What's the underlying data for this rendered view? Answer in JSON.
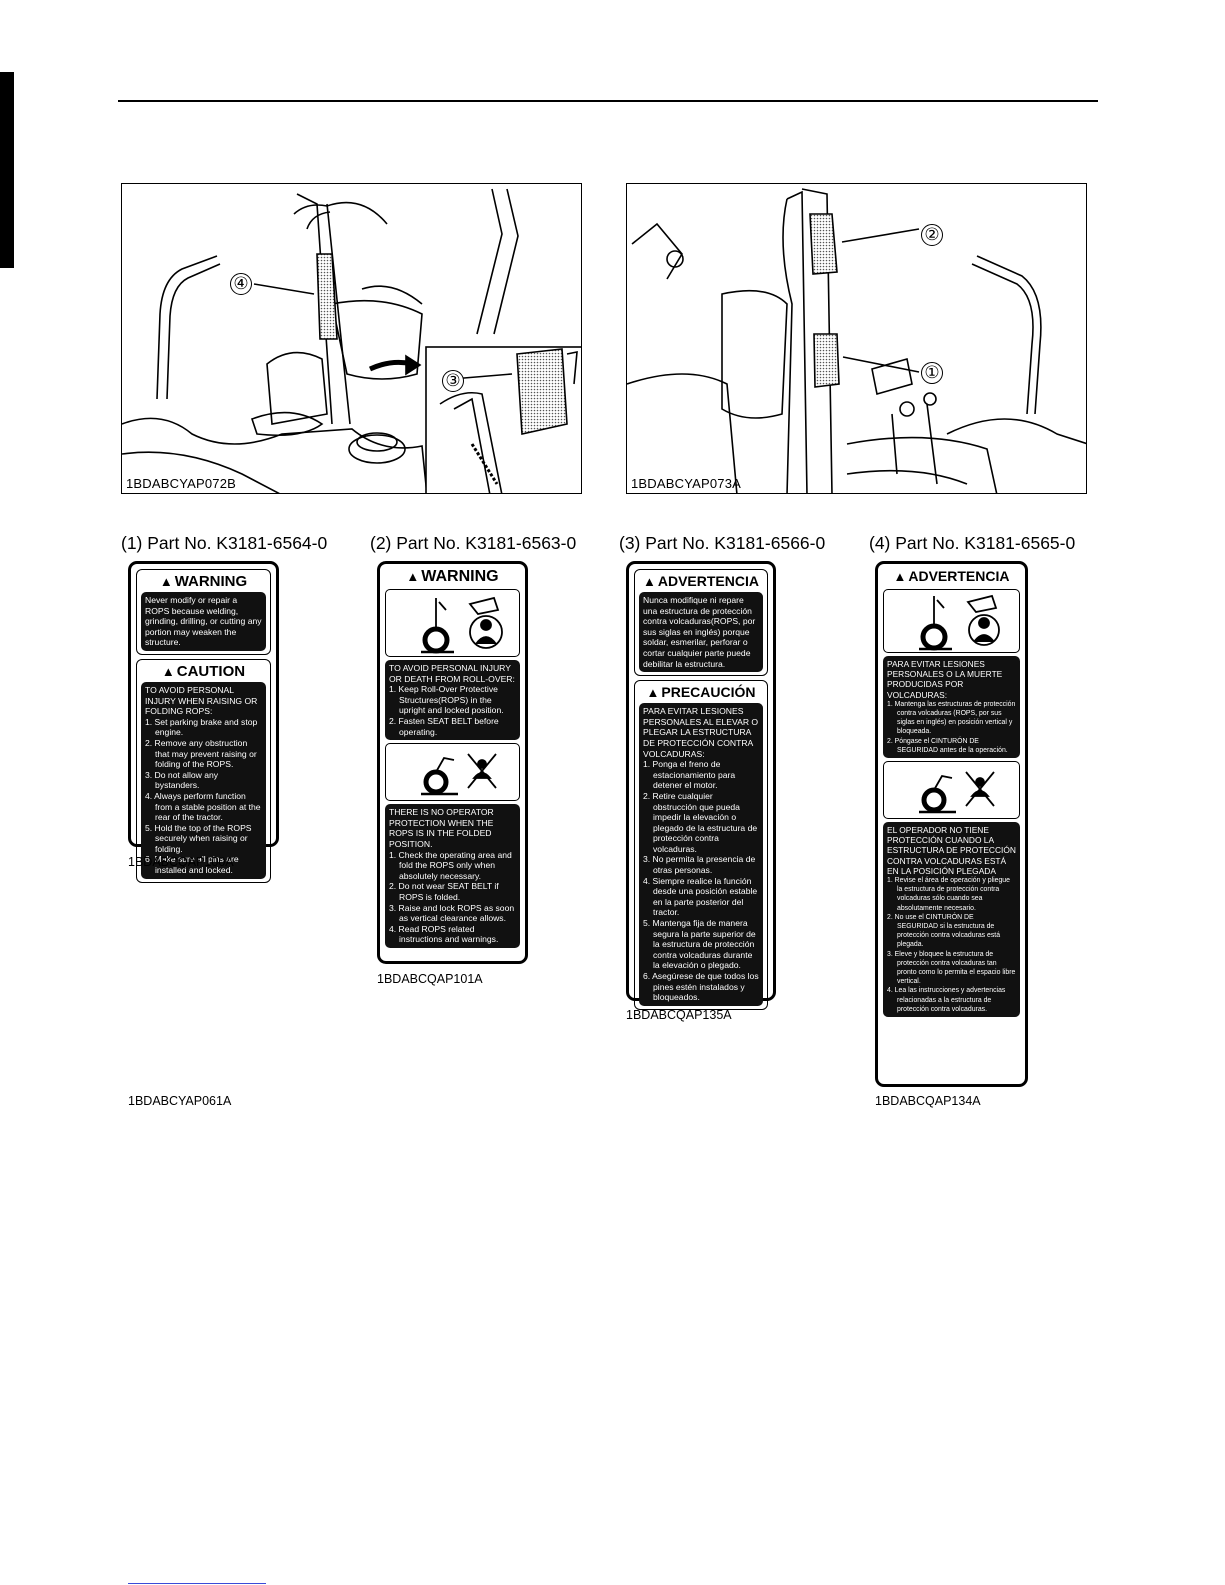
{
  "figures": {
    "left_photo_code": "1BDABCYAP072B",
    "right_photo_code": "1BDABCYAP073A",
    "callouts": [
      "①",
      "②",
      "③",
      "④"
    ],
    "bottom_code": "1BDABCYAP061A"
  },
  "decals": [
    {
      "heading": "(1) Part No. K3181-6564-0",
      "code": "1BDABCQAP100A",
      "signal1": "WARNING",
      "text1": "Never modify or repair a ROPS because welding, grinding, drilling, or cutting any portion may weaken the structure.",
      "signal2": "CAUTION",
      "lead2": "TO AVOID PERSONAL INJURY WHEN RAISING OR FOLDING ROPS:",
      "items2": [
        "1. Set parking brake and stop engine.",
        "2. Remove any obstruction that may prevent raising or folding of the ROPS.",
        "3. Do not allow any bystanders.",
        "4. Always perform function from a stable position at the rear of the tractor.",
        "5. Hold the top of the ROPS securely when raising or folding.",
        "6. Make sure all pins are installed and locked."
      ]
    },
    {
      "heading": "(2) Part No. K3181-6563-0",
      "code": "1BDABCQAP101A",
      "signal": "WARNING",
      "lead1": "TO AVOID PERSONAL INJURY OR DEATH FROM ROLL-OVER:",
      "items1": [
        "1. Keep Roll-Over Protective Structures(ROPS) in the upright and locked position.",
        "2. Fasten SEAT BELT before operating."
      ],
      "lead2": "THERE IS NO OPERATOR PROTECTION WHEN THE ROPS IS IN THE FOLDED POSITION.",
      "items2": [
        "1. Check the operating area and fold the ROPS only when absolutely necessary.",
        "2. Do not wear SEAT BELT if ROPS is folded.",
        "3. Raise and lock ROPS as soon as vertical clearance allows.",
        "4. Read ROPS related instructions and warnings."
      ]
    },
    {
      "heading": "(3) Part No. K3181-6566-0",
      "code": "1BDABCQAP135A",
      "signal1": "ADVERTENCIA",
      "text1": "Nunca modifique ni repare una estructura de protección contra volcaduras(ROPS, por sus siglas en inglés) porque soldar, esmerilar, perforar o cortar cualquier parte puede debilitar la estructura.",
      "signal2": "PRECAUCIÓN",
      "lead2": "PARA EVITAR LESIONES PERSONALES AL ELEVAR O PLEGAR LA ESTRUCTURA DE PROTECCIÓN CONTRA VOLCADURAS:",
      "items2": [
        "1. Ponga el freno de estacionamiento para detener el motor.",
        "2. Retire cualquier obstrucción que pueda impedir la elevación o plegado de la estructura de protección contra volcaduras.",
        "3. No permita la presencia de otras personas.",
        "4. Siempre realice la función desde una posición estable en la parte posterior del tractor.",
        "5. Mantenga fija de manera segura la parte superior de la estructura de protección contra volcaduras durante la elevación o plegado.",
        "6. Asegúrese de que todos los pines estén instalados y bloqueados."
      ]
    },
    {
      "heading": "(4) Part No. K3181-6565-0",
      "code": "1BDABCQAP134A",
      "signal": "ADVERTENCIA",
      "lead1": "PARA EVITAR LESIONES PERSONALES O LA MUERTE PRODUCIDAS POR VOLCADURAS:",
      "items1": [
        "1. Mantenga las estructuras de protección contra volcaduras (ROPS, por sus siglas en inglés) en posición vertical y bloqueada.",
        "2. Póngase el CINTURÓN DE SEGURIDAD antes de la operación."
      ],
      "lead2": "EL OPERADOR NO TIENE PROTECCIÓN CUANDO LA ESTRUCTURA DE PROTECCIÓN CONTRA VOLCADURAS ESTÁ EN LA POSICIÓN PLEGADA",
      "items2": [
        "1. Revise el área de operación y pliegue la estructura de protección contra volcaduras sólo cuando sea absolutamente necesario.",
        "2. No use el CINTURÓN DE SEGURIDAD si la estructura de protección contra volcaduras está plegada.",
        "3. Eleve y bloquee la estructura de protección contra volcaduras tan pronto como lo permita el espacio libre vertical.",
        "4. Lea las instrucciones y advertencias relacionadas a la estructura de protección contra volcaduras."
      ]
    }
  ]
}
